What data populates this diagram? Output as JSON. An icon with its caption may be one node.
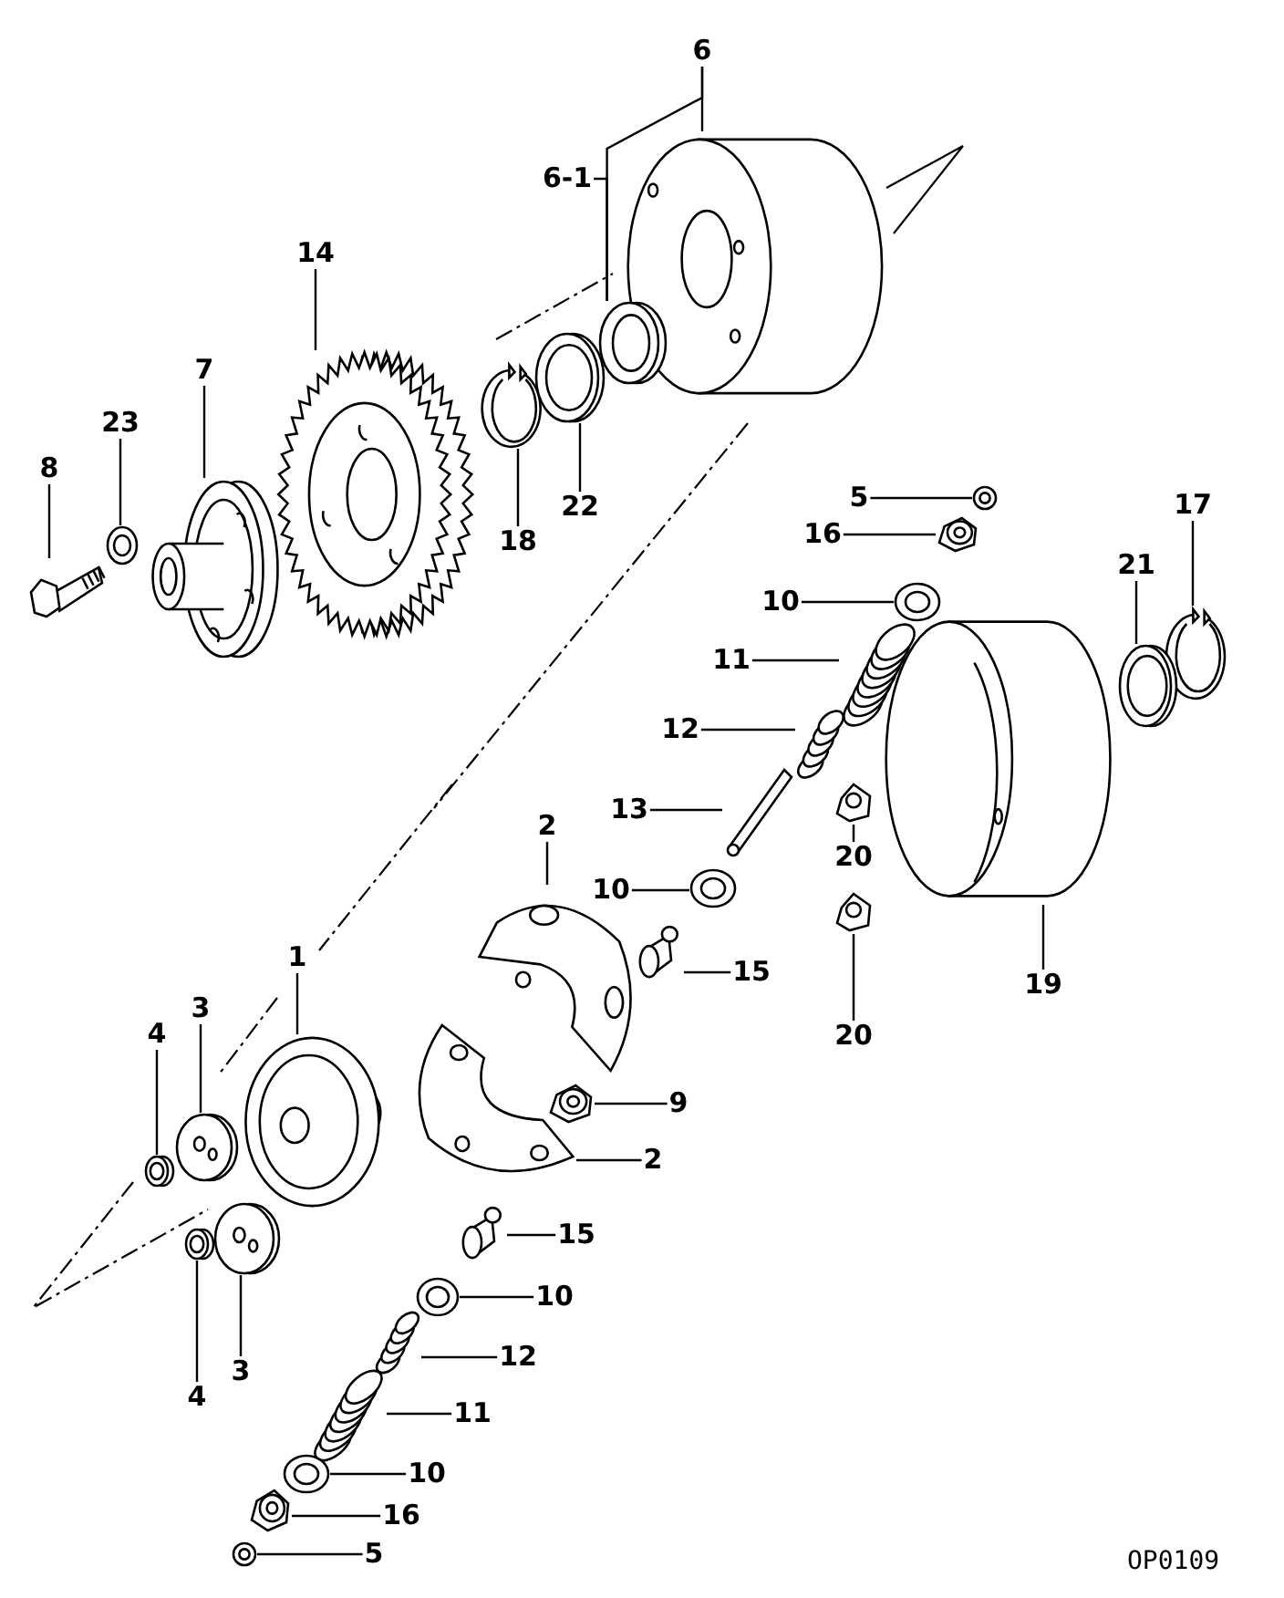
{
  "diagram": {
    "nodes": [
      {
        "text": [
          "6"
        ]
      },
      {
        "text": [],
        "shape": "picture"
      },
      {
        "text": [
          "6-1"
        ]
      },
      {
        "text": [],
        "shape": "picture"
      },
      {
        "text": [
          "14"
        ]
      },
      {
        "text": [],
        "shape": "picture"
      },
      {
        "text": [
          "7"
        ]
      },
      {
        "text": [],
        "shape": "picture"
      },
      {
        "text": [
          "23"
        ]
      },
      {
        "text": [],
        "shape": "picture"
      },
      {
        "text": [
          "8"
        ]
      },
      {
        "text": [],
        "shape": "picture"
      },
      {
        "text": [
          "18"
        ]
      },
      {
        "text": [],
        "shape": "picture"
      },
      {
        "text": [
          "22"
        ]
      },
      {
        "text": [],
        "shape": "picture"
      },
      {
        "text": [
          "5"
        ]
      },
      {
        "text": [],
        "shape": "picture"
      },
      {
        "text": [
          "16"
        ]
      },
      {
        "text": [],
        "shape": "picture"
      },
      {
        "text": [
          "17"
        ]
      },
      {
        "text": [],
        "shape": "picture"
      },
      {
        "text": [
          "21"
        ]
      },
      {
        "text": [],
        "shape": "picture"
      },
      {
        "text": [
          "10"
        ]
      },
      {
        "text": [],
        "shape": "picture"
      },
      {
        "text": [
          "11"
        ]
      },
      {
        "text": [],
        "shape": "picture"
      },
      {
        "text": [
          "12"
        ]
      },
      {
        "text": [],
        "shape": "picture"
      },
      {
        "text": [
          "13"
        ]
      },
      {
        "text": [],
        "shape": "picture"
      },
      {
        "text": [
          "20"
        ]
      },
      {
        "text": [],
        "shape": "picture"
      },
      {
        "text": [
          "20"
        ]
      },
      {
        "text": [],
        "shape": "picture"
      },
      {
        "text": [
          "19"
        ]
      },
      {
        "text": [],
        "shape": "picture"
      },
      {
        "text": [
          "2"
        ]
      },
      {
        "text": [],
        "shape": "picture"
      },
      {
        "text": [
          "10"
        ]
      },
      {
        "text": [],
        "shape": "picture"
      },
      {
        "text": [
          "15"
        ]
      },
      {
        "text": [],
        "shape": "picture"
      },
      {
        "text": [
          "1"
        ]
      },
      {
        "text": [],
        "shape": "picture"
      },
      {
        "text": [
          "3"
        ]
      },
      {
        "text": [],
        "shape": "picture"
      },
      {
        "text": [
          "4"
        ]
      },
      {
        "text": [],
        "shape": "picture"
      },
      {
        "text": [
          "9"
        ]
      },
      {
        "text": [],
        "shape": "picture"
      },
      {
        "text": [
          "2"
        ]
      },
      {
        "text": [],
        "shape": "picture"
      },
      {
        "text": [
          "3"
        ]
      },
      {
        "text": [],
        "shape": "picture"
      },
      {
        "text": [
          "4"
        ]
      },
      {
        "text": [],
        "shape": "picture"
      },
      {
        "text": [
          "15"
        ]
      },
      {
        "text": [],
        "shape": "picture"
      },
      {
        "text": [
          "10"
        ]
      },
      {
        "text": [],
        "shape": "picture"
      },
      {
        "text": [
          "12"
        ]
      },
      {
        "text": [],
        "shape": "picture"
      },
      {
        "text": [
          "11"
        ]
      },
      {
        "text": [],
        "shape": "picture"
      },
      {
        "text": [
          "10"
        ]
      },
      {
        "text": [],
        "shape": "picture"
      },
      {
        "text": [
          "16"
        ]
      },
      {
        "text": [],
        "shape": "picture"
      },
      {
        "text": [
          "5"
        ]
      },
      {
        "text": [],
        "shape": "picture"
      }
    ],
    "edges": [
      {
        "from": 0,
        "to": 1,
        "arrow": "none"
      },
      {
        "from": 0,
        "to": 3,
        "arrow": "none"
      },
      {
        "from": 2,
        "to": 3,
        "arrow": "none"
      },
      {
        "from": 4,
        "to": 5,
        "arrow": "none"
      },
      {
        "from": 6,
        "to": 7,
        "arrow": "none"
      },
      {
        "from": 8,
        "to": 9,
        "arrow": "none"
      },
      {
        "from": 10,
        "to": 11,
        "arrow": "none"
      },
      {
        "from": 12,
        "to": 13,
        "arrow": "none"
      },
      {
        "from": 14,
        "to": 15,
        "arrow": "none"
      },
      {
        "from": 16,
        "to": 17,
        "arrow": "none"
      },
      {
        "from": 18,
        "to": 19,
        "arrow": "none"
      },
      {
        "from": 20,
        "to": 21,
        "arrow": "none"
      },
      {
        "from": 22,
        "to": 23,
        "arrow": "none"
      },
      {
        "from": 24,
        "to": 25,
        "arrow": "none"
      },
      {
        "from": 26,
        "to": 27,
        "arrow": "none"
      },
      {
        "from": 28,
        "to": 29,
        "arrow": "none"
      },
      {
        "from": 30,
        "to": 31,
        "arrow": "none"
      },
      {
        "from": 32,
        "to": 33,
        "arrow": "none"
      },
      {
        "from": 34,
        "to": 35,
        "arrow": "none"
      },
      {
        "from": 36,
        "to": 37,
        "arrow": "none"
      },
      {
        "from": 38,
        "to": 39,
        "arrow": "none"
      },
      {
        "from": 40,
        "to": 41,
        "arrow": "none"
      },
      {
        "from": 42,
        "to": 43,
        "arrow": "none"
      },
      {
        "from": 44,
        "to": 45,
        "arrow": "none"
      },
      {
        "from": 46,
        "to": 47,
        "arrow": "none"
      },
      {
        "from": 48,
        "to": 49,
        "arrow": "none"
      },
      {
        "from": 50,
        "to": 51,
        "arrow": "none"
      },
      {
        "from": 52,
        "to": 53,
        "arrow": "none"
      },
      {
        "from": 54,
        "to": 55,
        "arrow": "none"
      },
      {
        "from": 56,
        "to": 57,
        "arrow": "none"
      },
      {
        "from": 58,
        "to": 59,
        "arrow": "none"
      },
      {
        "from": 60,
        "to": 61,
        "arrow": "none"
      },
      {
        "from": 62,
        "to": 63,
        "arrow": "none"
      },
      {
        "from": 64,
        "to": 65,
        "arrow": "none"
      },
      {
        "from": 66,
        "to": 67,
        "arrow": "none"
      },
      {
        "from": 68,
        "to": 69,
        "arrow": "none"
      },
      {
        "from": 70,
        "to": 71,
        "arrow": "none"
      }
    ],
    "labels": [
      "OP0109"
    ]
  }
}
